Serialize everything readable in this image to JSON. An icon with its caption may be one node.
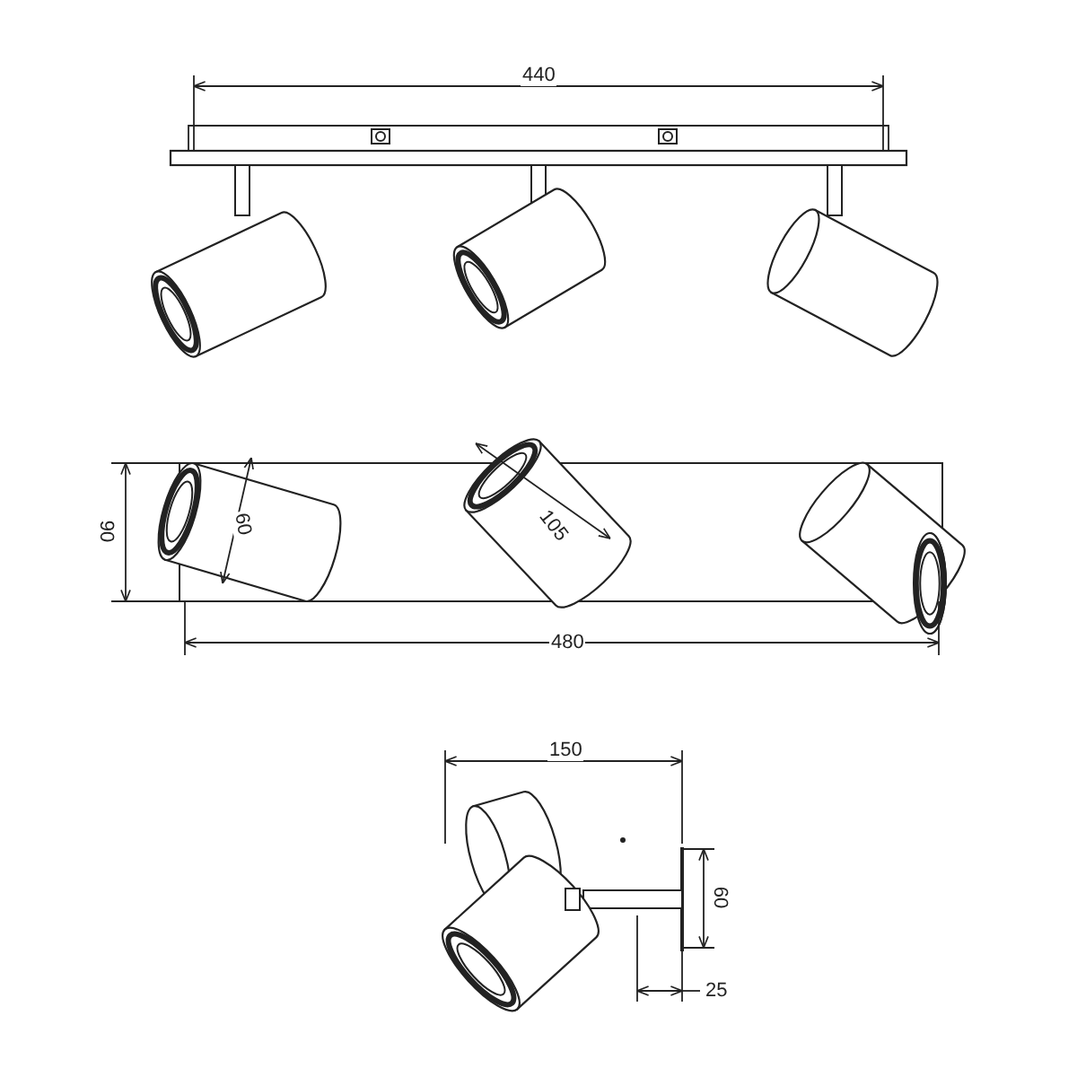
{
  "diagram": {
    "labels": [
      "440",
      "90",
      "60",
      "105",
      "480",
      "150",
      "60",
      "25"
    ]
  }
}
